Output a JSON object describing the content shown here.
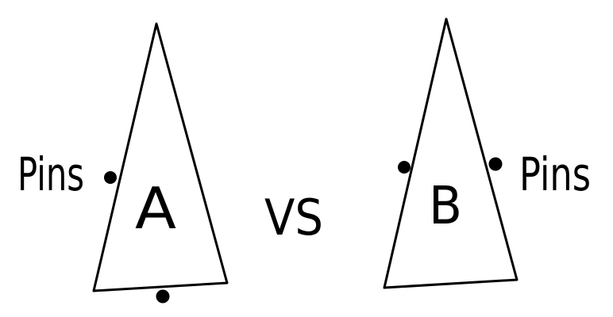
{
  "diagram": {
    "stroke_color": "#000000",
    "background_color": "#ffffff",
    "left_shape": {
      "shape": "triangle",
      "label": "A",
      "pin_label": "Pins",
      "pin_count": 2
    },
    "separator": {
      "text": "VS"
    },
    "right_shape": {
      "shape": "triangle",
      "label": "B",
      "pin_label": "Pins",
      "pin_count": 2
    }
  }
}
